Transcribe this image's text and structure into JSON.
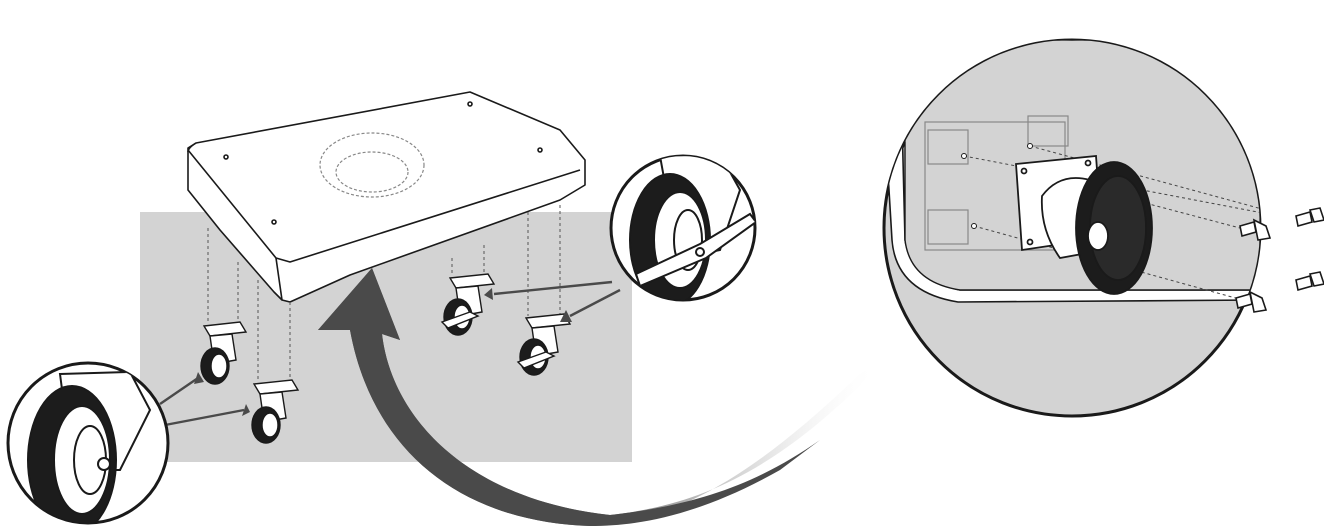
{
  "figure": {
    "kind": "assembly-illustration",
    "text_labels": [],
    "colors": {
      "background": "#ffffff",
      "backdrop_panel": "#d3d3d3",
      "outline": "#1a1a1a",
      "wheel": "#1c1c1c",
      "arrow": "#4a4a4a",
      "dash_lines": "#555555"
    },
    "parts": {
      "base_board": {
        "holes": 4,
        "hidden_circle": true
      },
      "casters": [
        {
          "id": "front-left",
          "brake": false
        },
        {
          "id": "front-right",
          "brake": false
        },
        {
          "id": "rear-left",
          "brake": true
        },
        {
          "id": "rear-right",
          "brake": true
        }
      ],
      "callouts": [
        {
          "id": "plain-caster-detail",
          "shows": "caster-without-brake"
        },
        {
          "id": "brake-caster-detail",
          "shows": "caster-with-brake"
        },
        {
          "id": "mounting-detail",
          "shows": "caster-plate-and-4-screws"
        }
      ],
      "screws_per_caster": 4
    },
    "icons": [
      "flip-arrow-icon",
      "pointer-arrow-icon",
      "screw-icon",
      "caster-wheel-icon"
    ]
  }
}
